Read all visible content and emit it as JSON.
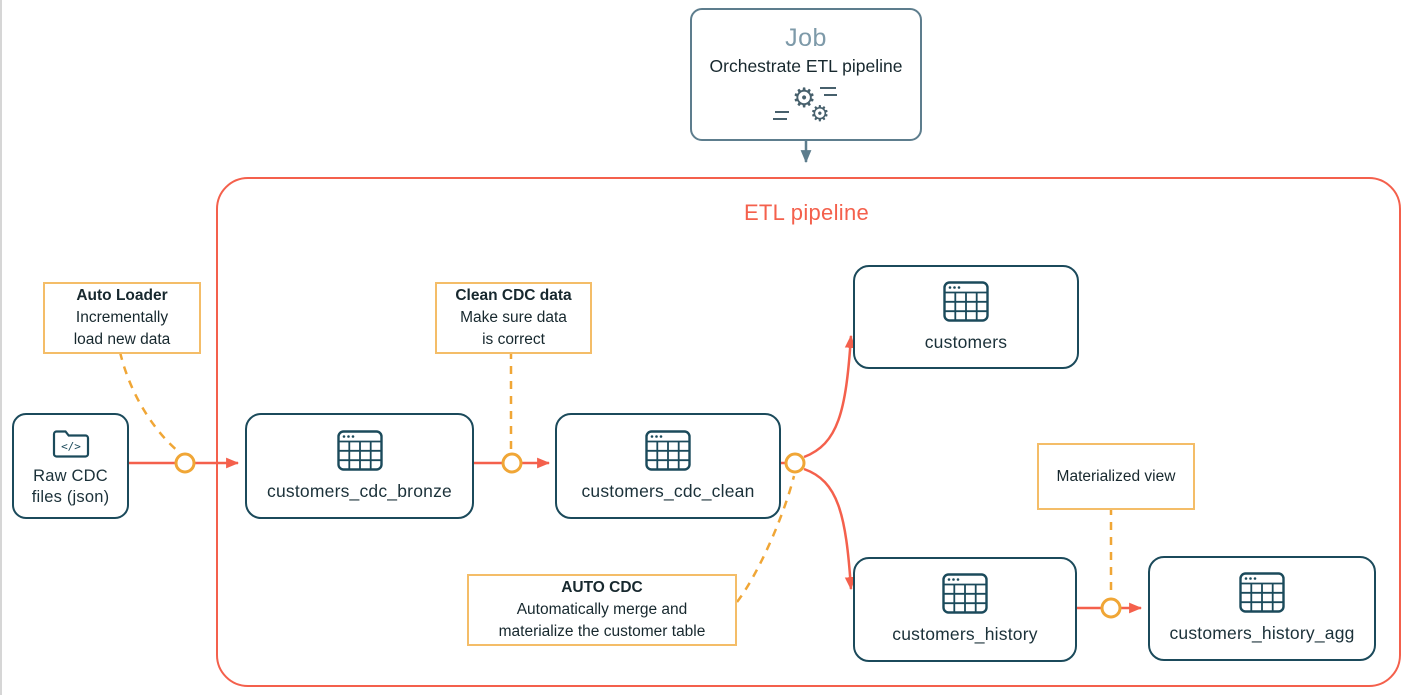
{
  "colors": {
    "accent_red": "#F4604C",
    "node_border_teal": "#1B4A5B",
    "connector_amber": "#F0A636",
    "annotation_border": "#F4BD68",
    "job_border_slate": "#5D7D8D",
    "job_title_gray_blue": "#7E9AA9",
    "text_dark": "#1B3139"
  },
  "job": {
    "title": "Job",
    "subtitle": "Orchestrate ETL pipeline",
    "icon": "gears-icon"
  },
  "pipeline": {
    "title": "ETL pipeline"
  },
  "source": {
    "label": "Raw CDC files (json)",
    "icon": "folder-code-icon"
  },
  "nodes": [
    {
      "id": "customers_cdc_bronze",
      "label": "customers_cdc_bronze",
      "icon": "table-icon"
    },
    {
      "id": "customers_cdc_clean",
      "label": "customers_cdc_clean",
      "icon": "table-icon"
    },
    {
      "id": "customers",
      "label": "customers",
      "icon": "table-icon"
    },
    {
      "id": "customers_history",
      "label": "customers_history",
      "icon": "table-icon"
    },
    {
      "id": "customers_history_agg",
      "label": "customers_history_agg",
      "icon": "table-icon"
    }
  ],
  "annotations": {
    "auto_loader": {
      "title": "Auto Loader",
      "line1": "Incrementally",
      "line2": "load new data"
    },
    "clean_cdc": {
      "title": "Clean CDC data",
      "line1": "Make sure data",
      "line2": "is correct"
    },
    "auto_cdc": {
      "title": "AUTO CDC",
      "line1": "Automatically merge and",
      "line2": "materialize the customer table"
    },
    "materialized_view": {
      "label": "Materialized view"
    }
  }
}
